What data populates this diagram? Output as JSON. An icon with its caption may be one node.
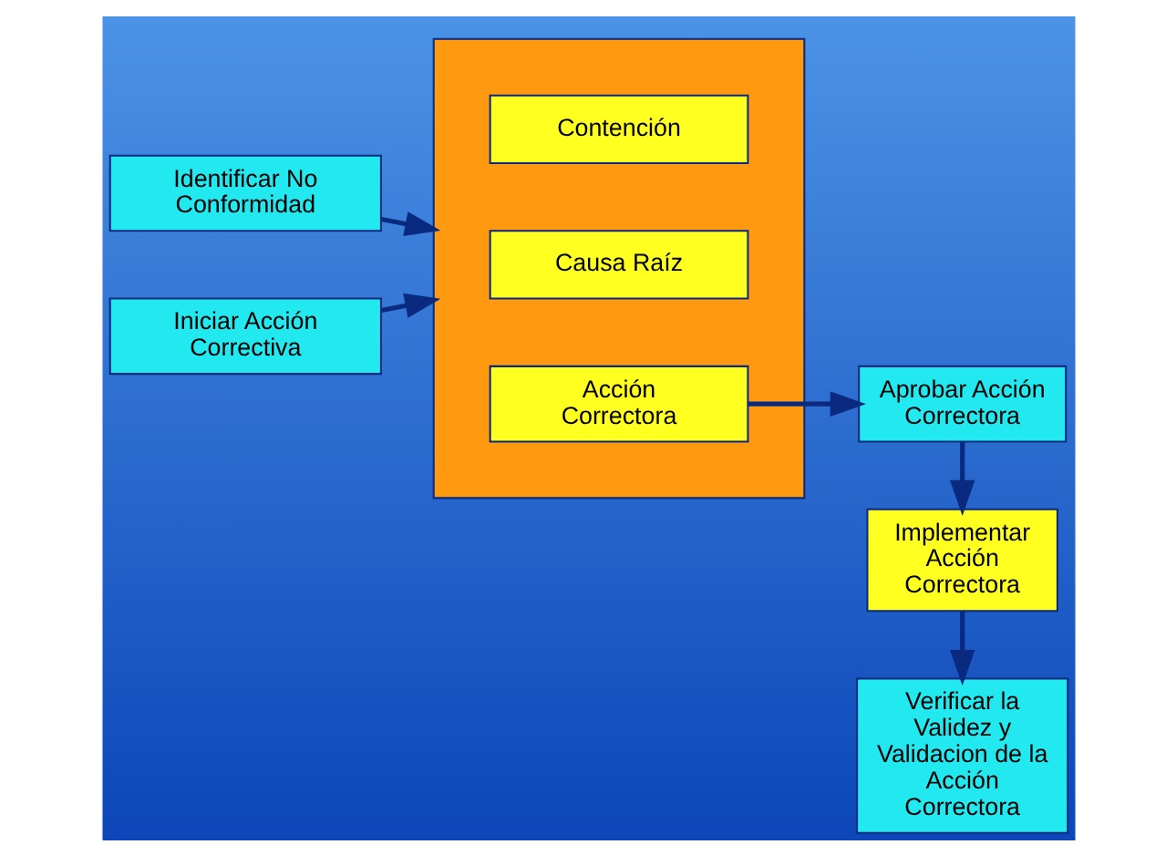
{
  "diagram": {
    "nodes": [
      {
        "text": [
          "Identificar No Conformidad"
        ]
      },
      {
        "text": [
          "Iniciar Acción Correctiva"
        ]
      },
      {
        "text": [],
        "shape": "box"
      },
      {
        "text": [
          "Contención"
        ],
        "in": 2
      },
      {
        "text": [
          "Causa Raíz"
        ],
        "in": 2
      },
      {
        "text": [
          "Acción Correctora"
        ],
        "in": 2
      },
      {
        "text": [
          "Aprobar Acción Correctora"
        ]
      },
      {
        "text": [
          "Implementar Acción Correctora"
        ]
      },
      {
        "text": [
          "Verificar la Validez y Validacion de la Acción Correctora"
        ]
      }
    ],
    "edges": [
      {
        "from": 0,
        "to": 2,
        "arrow": "to"
      },
      {
        "from": 1,
        "to": 2,
        "arrow": "to"
      },
      {
        "from": 5,
        "to": 6,
        "arrow": "to"
      },
      {
        "from": 6,
        "to": 7,
        "arrow": "to"
      },
      {
        "from": 7,
        "to": 8,
        "arrow": "to"
      }
    ]
  }
}
